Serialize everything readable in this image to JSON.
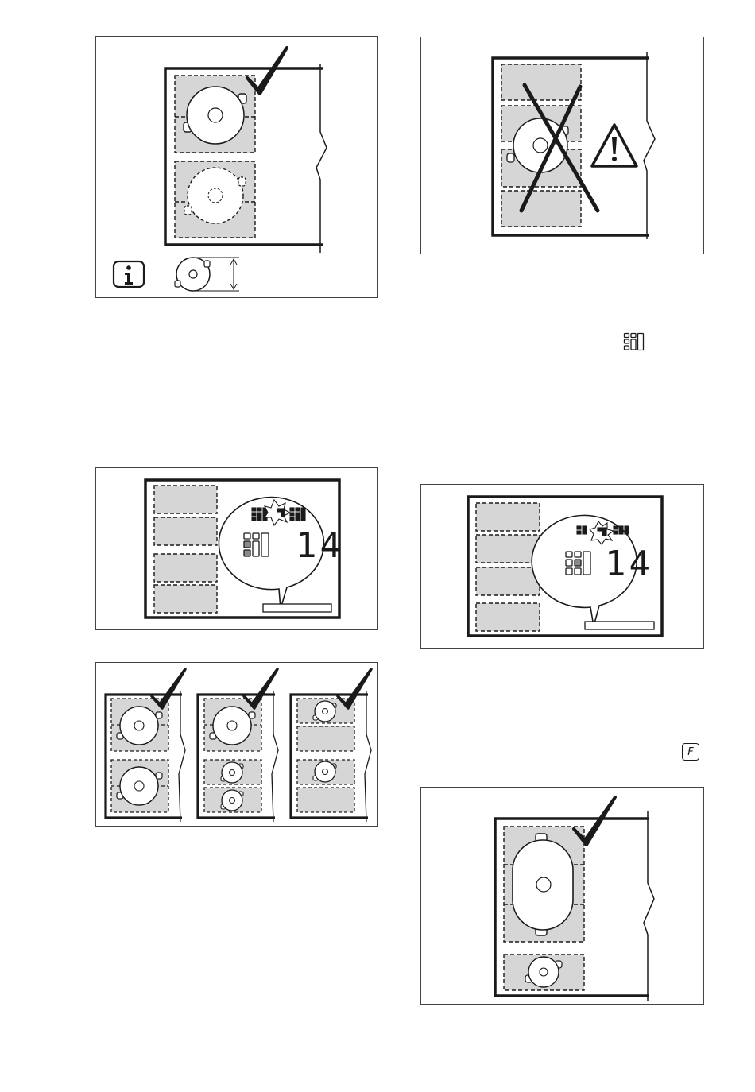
{
  "figures": [
    {
      "id": "fig1",
      "description_name": "correct-cookware-placement"
    },
    {
      "id": "fig2",
      "description_name": "incorrect-cookware-placement"
    },
    {
      "id": "fig3",
      "description_name": "power-level-display-left"
    },
    {
      "id": "fig4",
      "description_name": "power-level-display-right"
    },
    {
      "id": "fig5",
      "description_name": "cookware-size-combinations"
    },
    {
      "id": "fig6",
      "description_name": "oval-cookware-bridge-placement"
    }
  ],
  "display": {
    "power_level_left": "14",
    "power_level_right": "14"
  },
  "icons": {
    "info": "info-icon",
    "warning": "warning-icon",
    "check": "check-icon",
    "cross": "cross-icon",
    "zone_symbol": "cooking-zone-symbol-icon",
    "f_symbol": "flexi-f-icon"
  },
  "inline_symbols": {
    "f_label": "F"
  },
  "colors": {
    "zone_fill": "#d6d6d6",
    "outline": "#1a1a1a",
    "panel_border": "#444444"
  }
}
